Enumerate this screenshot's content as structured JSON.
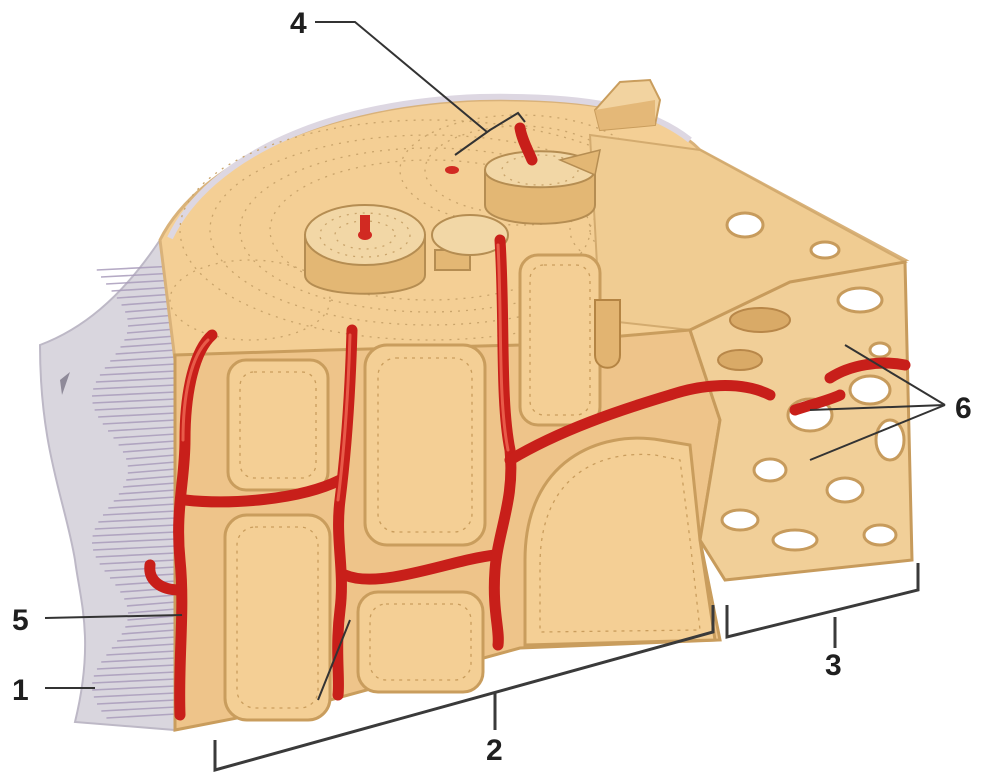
{
  "labels": {
    "periosteum": "1",
    "compact_bone": "2",
    "spongy_bone": "3",
    "osteon": "4",
    "blood_vessel": "5",
    "trabeculae": "6"
  },
  "colors": {
    "bone": "#f4cf95",
    "bone_dark": "#c99d5d",
    "vessel": "#c81f1a",
    "periosteum": "#d9d6de",
    "fibers": "#a99cbb"
  }
}
